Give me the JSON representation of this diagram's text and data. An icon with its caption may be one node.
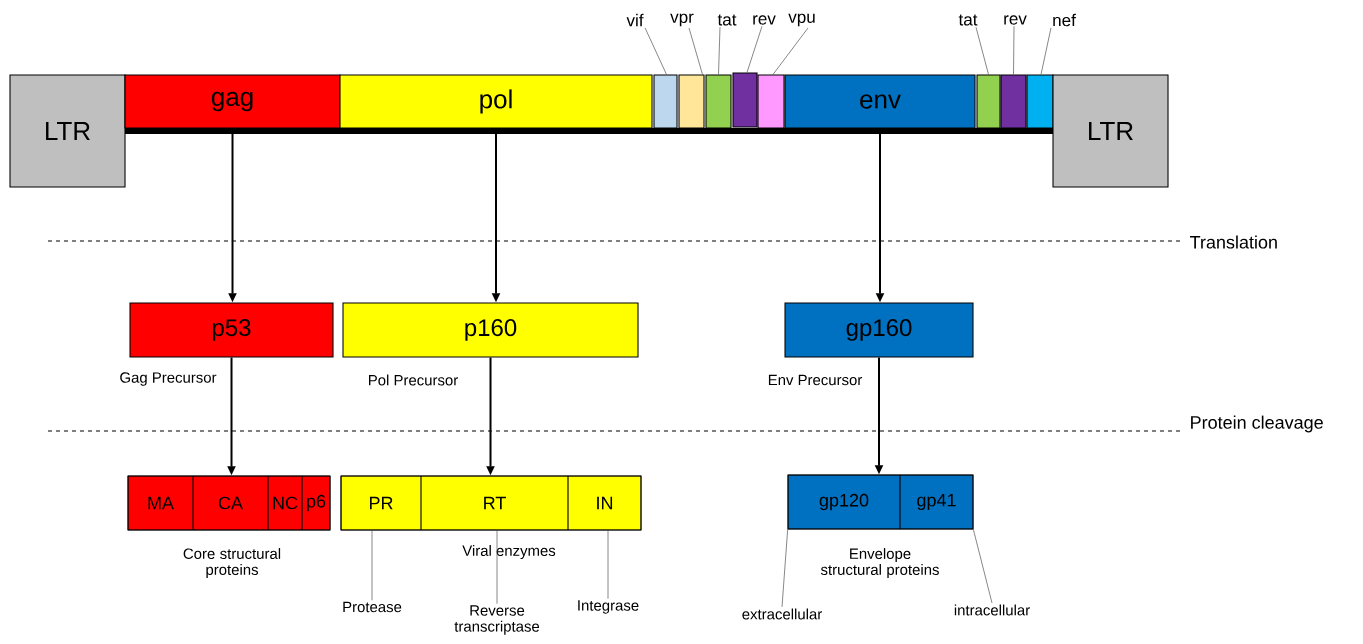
{
  "diagram": {
    "nodes": [
      {
        "text": [
          "LTR"
        ]
      },
      {
        "text": [
          "gag"
        ]
      },
      {
        "text": [
          "pol"
        ]
      },
      {
        "text": [],
        "shape": "box"
      },
      {
        "text": [],
        "shape": "box"
      },
      {
        "text": [],
        "shape": "box"
      },
      {
        "text": [],
        "shape": "box"
      },
      {
        "text": [],
        "shape": "box"
      },
      {
        "text": [
          "env"
        ]
      },
      {
        "text": [],
        "shape": "box"
      },
      {
        "text": [],
        "shape": "box"
      },
      {
        "text": [],
        "shape": "box"
      },
      {
        "text": [
          "LTR"
        ]
      },
      {
        "text": [
          "vif"
        ]
      },
      {
        "text": [
          "vpr"
        ]
      },
      {
        "text": [
          "tat"
        ]
      },
      {
        "text": [
          "rev"
        ]
      },
      {
        "text": [
          "vpu"
        ]
      },
      {
        "text": [
          "tat"
        ]
      },
      {
        "text": [
          "rev"
        ]
      },
      {
        "text": [
          "nef"
        ]
      },
      {
        "text": [
          "p53"
        ],
        "beside": [
          "Gag Precursor"
        ]
      },
      {
        "text": [
          "p160"
        ],
        "beside": [
          "Pol Precursor"
        ]
      },
      {
        "text": [
          "gp160"
        ],
        "beside": [
          "Env Precursor"
        ]
      },
      {
        "text": [],
        "shape": "box",
        "beside": [
          "Core structural proteins"
        ]
      },
      {
        "text": [
          "MA"
        ],
        "in": 24
      },
      {
        "text": [
          "CA"
        ],
        "in": 24
      },
      {
        "text": [
          "NC"
        ],
        "in": 24
      },
      {
        "text": [
          "p6"
        ],
        "in": 24
      },
      {
        "text": [],
        "shape": "box",
        "beside": [
          "Viral enzymes"
        ]
      },
      {
        "text": [
          "PR"
        ],
        "in": 29
      },
      {
        "text": [
          "RT"
        ],
        "in": 29
      },
      {
        "text": [
          "IN"
        ],
        "in": 29
      },
      {
        "text": [],
        "shape": "box",
        "beside": [
          "Envelope structural proteins"
        ]
      },
      {
        "text": [
          "gp120"
        ],
        "in": 33
      },
      {
        "text": [
          "gp41"
        ],
        "in": 33
      },
      {
        "text": [
          "Protease"
        ]
      },
      {
        "text": [
          "Reverse transcriptase"
        ]
      },
      {
        "text": [
          "Integrase"
        ]
      },
      {
        "text": [
          "extracellular"
        ]
      },
      {
        "text": [
          "intracellular"
        ]
      },
      {
        "text": [],
        "shape": "bar"
      }
    ],
    "edges": [
      {
        "from": 1,
        "to": 21,
        "arrow": "to"
      },
      {
        "from": 2,
        "to": 22,
        "arrow": "to"
      },
      {
        "from": 8,
        "to": 23,
        "arrow": "to"
      },
      {
        "from": 21,
        "to": 24,
        "arrow": "to"
      },
      {
        "from": 22,
        "to": 29,
        "arrow": "to"
      },
      {
        "from": 23,
        "to": 33,
        "arrow": "to"
      },
      {
        "from": 13,
        "to": 3,
        "arrow": "none"
      },
      {
        "from": 14,
        "to": 4,
        "arrow": "none"
      },
      {
        "from": 15,
        "to": 5,
        "arrow": "none"
      },
      {
        "from": 16,
        "to": 6,
        "arrow": "none"
      },
      {
        "from": 17,
        "to": 7,
        "arrow": "none"
      },
      {
        "from": 18,
        "to": 9,
        "arrow": "none"
      },
      {
        "from": 19,
        "to": 10,
        "arrow": "none"
      },
      {
        "from": 20,
        "to": 11,
        "arrow": "none"
      },
      {
        "from": 36,
        "to": 30,
        "arrow": "none"
      },
      {
        "from": 37,
        "to": 31,
        "arrow": "none"
      },
      {
        "from": 38,
        "to": 32,
        "arrow": "none"
      },
      {
        "from": 39,
        "to": 34,
        "arrow": "none"
      },
      {
        "from": 40,
        "to": 35,
        "arrow": "none"
      }
    ],
    "labels": [
      "Translation",
      "Protein cleavage"
    ]
  }
}
